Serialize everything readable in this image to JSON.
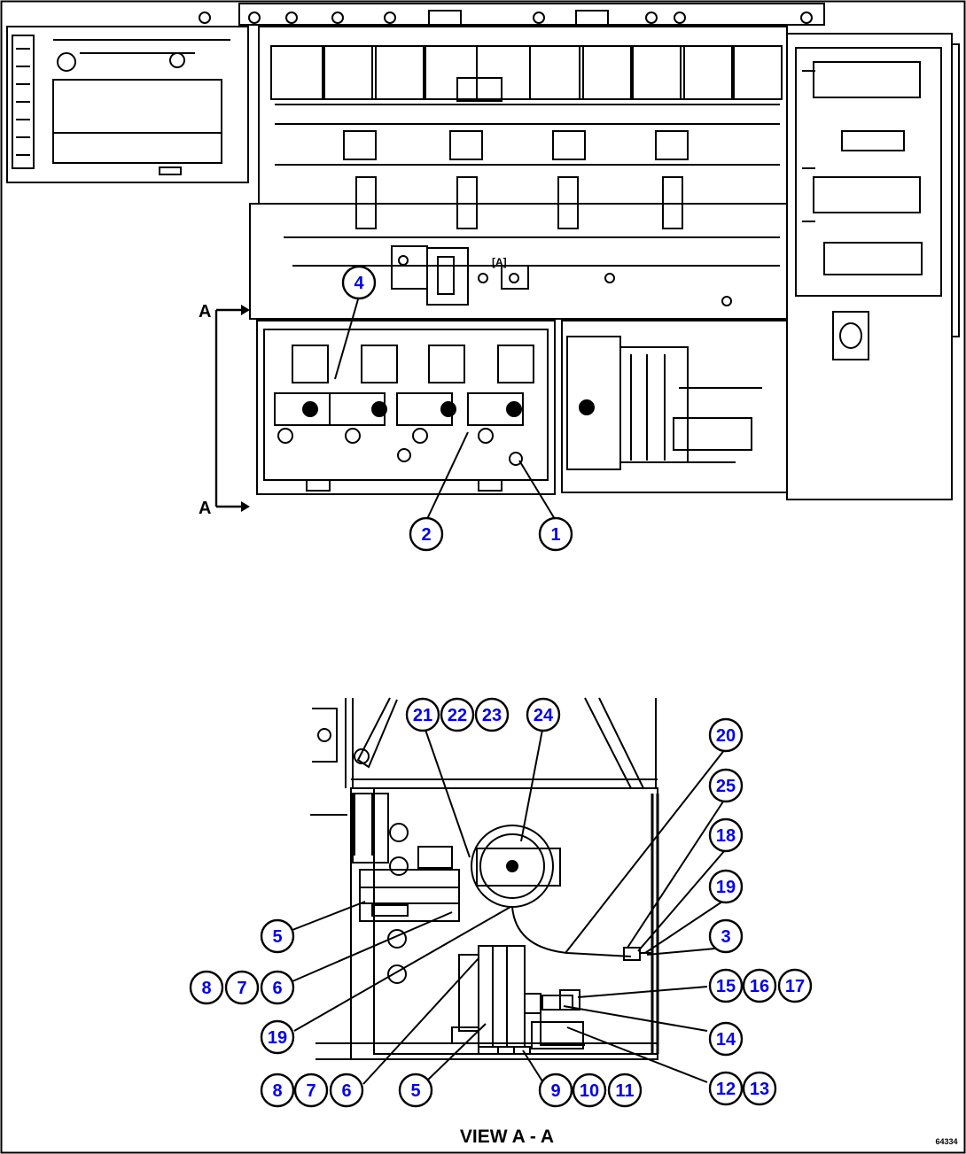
{
  "section_marker": "A",
  "view_title": "VIEW A - A",
  "figure_number": "64334",
  "top_view": {
    "callouts": [
      "4",
      "2",
      "1"
    ]
  },
  "view_aa": {
    "callouts": [
      "21",
      "22",
      "23",
      "24",
      "20",
      "25",
      "18",
      "19",
      "3",
      "5",
      "8",
      "7",
      "6",
      "15",
      "16",
      "17",
      "14",
      "19",
      "12",
      "13",
      "8",
      "7",
      "6",
      "5",
      "9",
      "10",
      "11"
    ]
  },
  "colors": {
    "callout_text": "#0000ee",
    "line": "#000000",
    "background": "#ffffff"
  }
}
